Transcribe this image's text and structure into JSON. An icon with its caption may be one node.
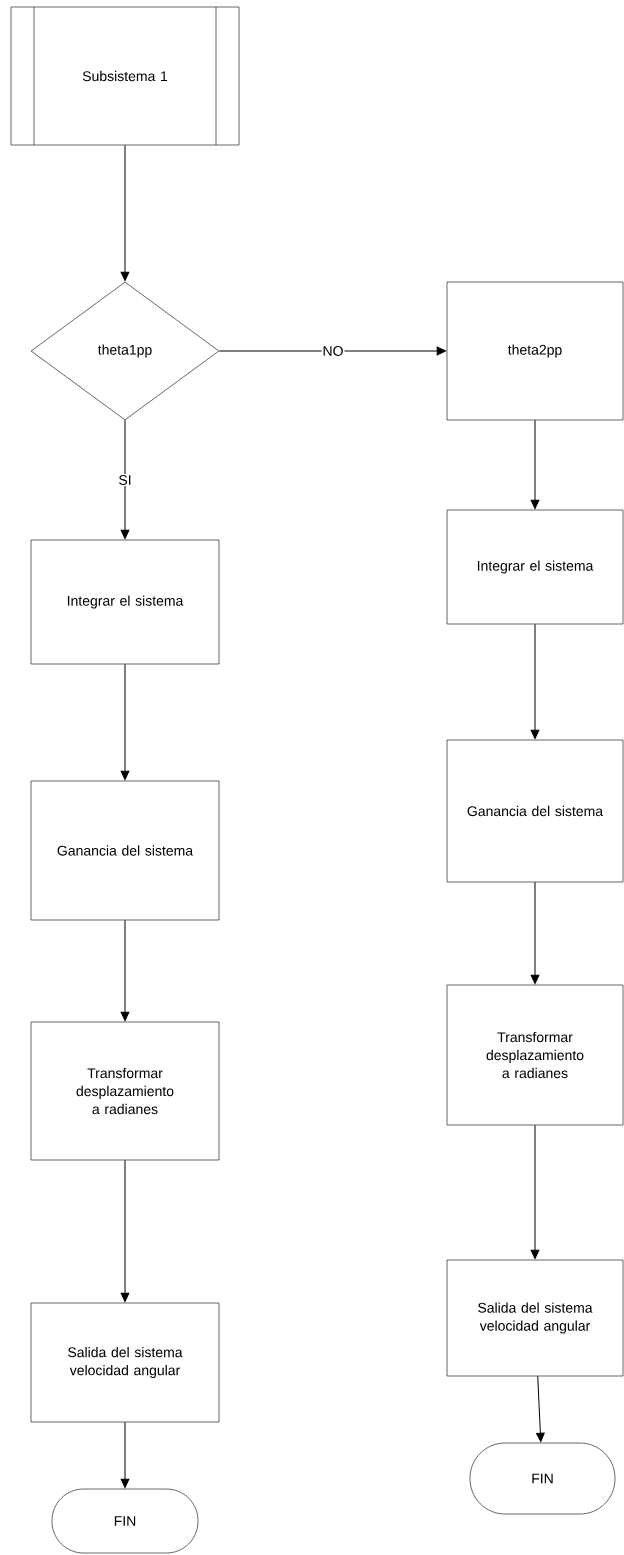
{
  "diagram": {
    "nodes": [
      {
        "text": [
          "Subsistema 1"
        ]
      },
      {
        "text": [
          "theta1pp"
        ]
      },
      {
        "text": [
          "theta2pp"
        ]
      },
      {
        "text": [
          "Integrar el sistema"
        ]
      },
      {
        "text": [
          "Ganancia del sistema"
        ]
      },
      {
        "text": [
          "Transformar desplazamiento a radianes"
        ]
      },
      {
        "text": [
          "Salida del sistema velocidad angular"
        ]
      },
      {
        "text": [
          "FIN"
        ]
      },
      {
        "text": [
          "Integrar el sistema"
        ]
      },
      {
        "text": [
          "Ganancia del sistema"
        ]
      },
      {
        "text": [
          "Transformar desplazamiento a radianes"
        ]
      },
      {
        "text": [
          "Salida del sistema velocidad angular"
        ]
      },
      {
        "text": [
          "FIN"
        ]
      }
    ],
    "edges": [
      {
        "from": 0,
        "to": 1,
        "arrow": "to"
      },
      {
        "from": 1,
        "to": 2,
        "arrow": "to",
        "label": "NO"
      },
      {
        "from": 1,
        "to": 3,
        "arrow": "to",
        "label": "SI"
      },
      {
        "from": 3,
        "to": 4,
        "arrow": "to"
      },
      {
        "from": 4,
        "to": 5,
        "arrow": "to"
      },
      {
        "from": 5,
        "to": 6,
        "arrow": "to"
      },
      {
        "from": 6,
        "to": 7,
        "arrow": "to"
      },
      {
        "from": 2,
        "to": 8,
        "arrow": "to"
      },
      {
        "from": 8,
        "to": 9,
        "arrow": "to"
      },
      {
        "from": 9,
        "to": 10,
        "arrow": "to"
      },
      {
        "from": 10,
        "to": 11,
        "arrow": "to"
      },
      {
        "from": 11,
        "to": 12,
        "arrow": "to"
      }
    ]
  }
}
